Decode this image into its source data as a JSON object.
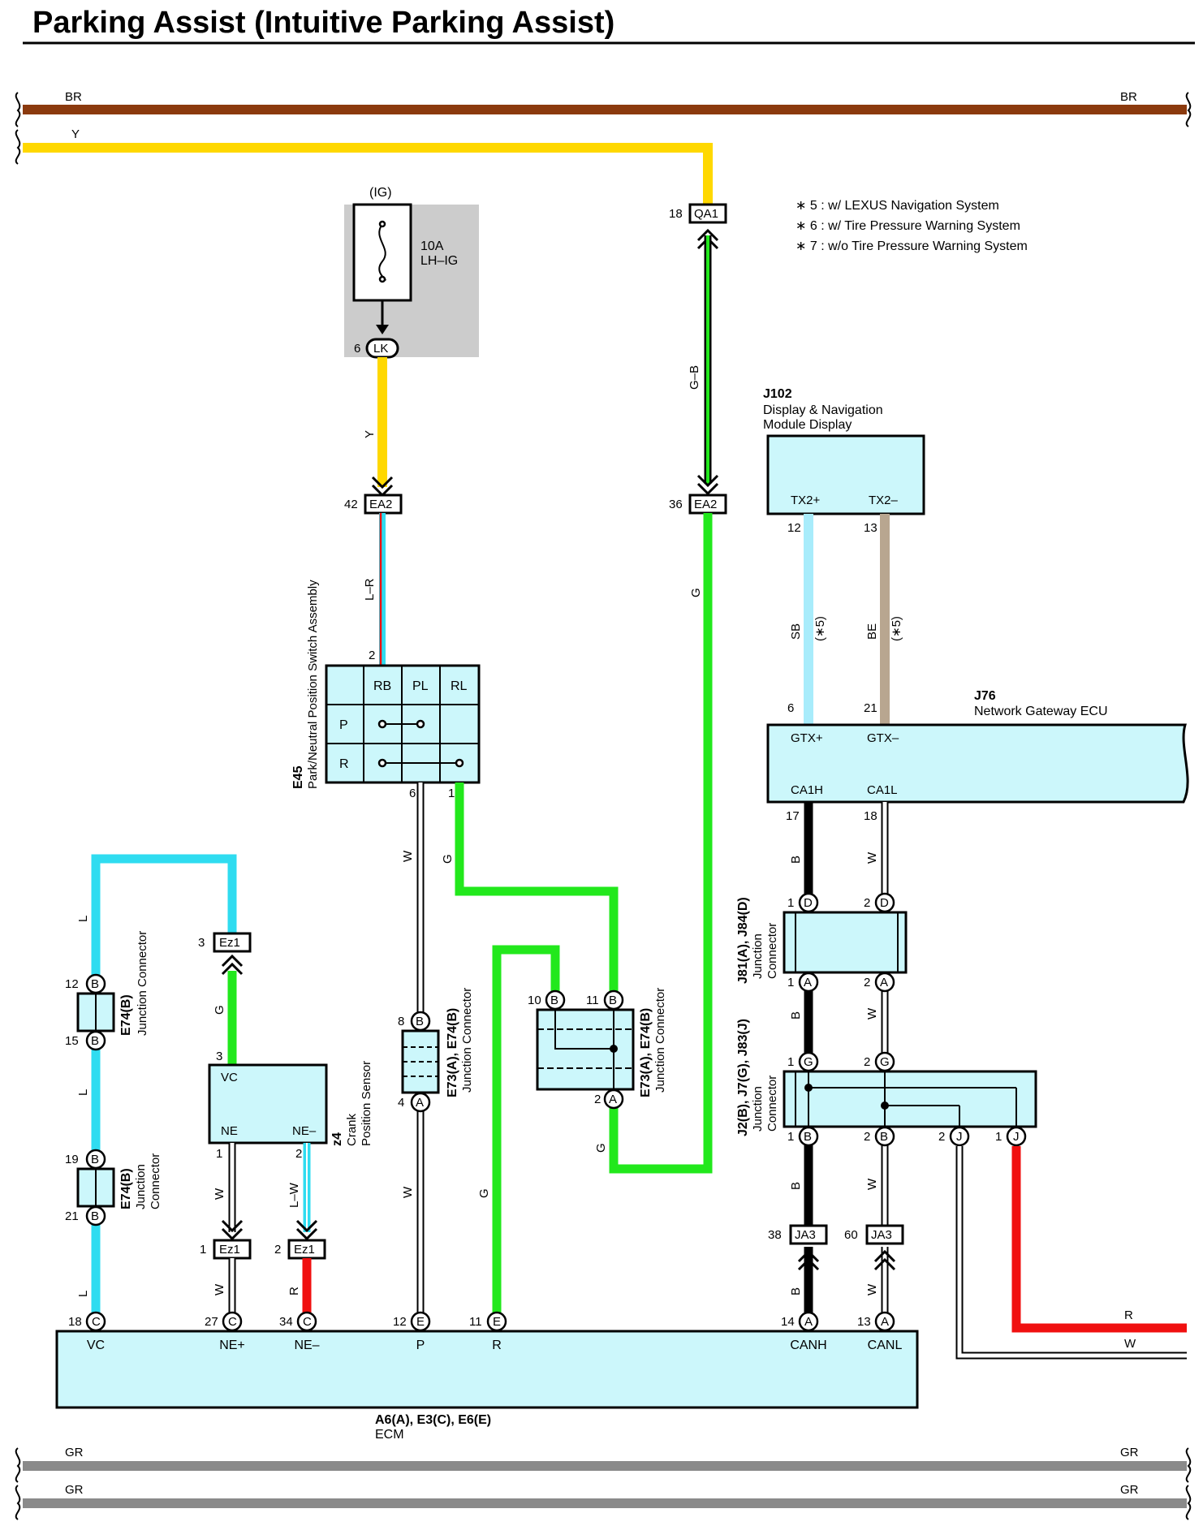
{
  "title": "Parking Assist (Intuitive Parking Assist)",
  "colors": {
    "BR": "#8b3a0e",
    "Y": "#ffd800",
    "G": "#22e81c",
    "L": "#2fdcf0",
    "SB": "#a8ecfb",
    "BE": "#b8a690",
    "R": "#f01010",
    "B": "#000000",
    "W": "#ffffff",
    "GR": "#8a8a8a",
    "box": "#ccf7fb"
  },
  "buses": {
    "br_left": "BR",
    "br_right": "BR",
    "y": "Y",
    "gr1_left": "GR",
    "gr1_right": "GR",
    "gr2_left": "GR",
    "gr2_right": "GR"
  },
  "fuse": {
    "ig": "(IG)",
    "rating": "10A",
    "name": "LH–IG",
    "pin": "6",
    "conn": "LK"
  },
  "notes": [
    "∗ 5 : w/ LEXUS Navigation System",
    "∗ 6 : w/ Tire Pressure Warning System",
    "∗ 7 : w/o Tire Pressure Warning System"
  ],
  "connectors": {
    "qa1": {
      "id": "QA1",
      "pin": "18"
    },
    "ea2_left": {
      "id": "EA2",
      "pin": "42"
    },
    "ea2_right": {
      "id": "EA2",
      "pin": "36"
    },
    "ez1_top": {
      "id": "Ez1",
      "pin": "3"
    },
    "ez1_b1": {
      "id": "Ez1",
      "pin": "1"
    },
    "ez1_b2": {
      "id": "Ez1",
      "pin": "2"
    },
    "ja3_left": {
      "id": "JA3",
      "pin": "38"
    },
    "ja3_right": {
      "id": "JA3",
      "pin": "60"
    }
  },
  "wire_labels": {
    "gb": "G–B",
    "y_fuse": "Y",
    "lr": "L–R",
    "g_right": "G",
    "sb": "SB",
    "sb_note": "(∗5)",
    "be": "BE",
    "be_note": "(∗5)",
    "w_e45": "W",
    "g_e45": "G",
    "l1": "L",
    "l2": "L",
    "l3": "L",
    "g_z4": "G",
    "w_z4": "W",
    "lw": "L–W",
    "w_ez1": "W",
    "r_ez1": "R",
    "w_p": "W",
    "g_r": "G",
    "g_e73b": "G",
    "b1": "B",
    "w1": "W",
    "b2": "B",
    "w2": "W",
    "b3": "B",
    "w3": "W",
    "b4": "B",
    "w4": "W",
    "r_right": "R",
    "w_right": "W"
  },
  "j102": {
    "code": "J102",
    "name1": "Display & Navigation",
    "name2": "Module Display",
    "pin_tx_plus": "TX2+",
    "pin_tx_minus": "TX2–",
    "num_tx_plus": "12",
    "num_tx_minus": "13"
  },
  "j76": {
    "code": "J76",
    "name": "Network Gateway ECU",
    "gtx_plus": "GTX+",
    "gtx_minus": "GTX–",
    "ca1h": "CA1H",
    "ca1l": "CA1L",
    "n6": "6",
    "n21": "21",
    "n17": "17",
    "n18": "18"
  },
  "e45": {
    "code": "E45",
    "name": "Park/Neutral Position Switch Assembly",
    "h_rb": "RB",
    "h_pl": "PL",
    "h_rl": "RL",
    "r_p": "P",
    "r_r": "R",
    "pin2": "2",
    "pin6": "6",
    "pin1": "1"
  },
  "jc_e74_1": {
    "code": "E74(B)",
    "name": "Junction Connector",
    "p_top": "12",
    "p_bot": "15",
    "l_top": "B",
    "l_bot": "B"
  },
  "jc_e74_2": {
    "code": "E74(B)",
    "name1": "Junction",
    "name2": "Connector",
    "p_top": "19",
    "p_bot": "21",
    "l_top": "B",
    "l_bot": "B"
  },
  "z4": {
    "code": "z4",
    "name1": "Crank",
    "name2": "Position Sensor",
    "vc": "VC",
    "ne": "NE",
    "ne_minus": "NE–",
    "p3": "3",
    "p1": "1",
    "p2": "2"
  },
  "jc_e73_1": {
    "code": "E73(A), E74(B)",
    "name": "Junction Connector",
    "p_top": "8",
    "p_bot": "4",
    "l_top": "B",
    "l_bot": "A"
  },
  "jc_e73_2": {
    "code": "E73(A), E74(B)",
    "name": "Junction Connector",
    "p10": "10",
    "p11": "11",
    "p2": "2",
    "l10": "B",
    "l11": "B",
    "l2": "A"
  },
  "jc_j81": {
    "code": "J81(A), J84(D)",
    "name1": "Junction",
    "name2": "Connector",
    "p1t": "1",
    "p2t": "2",
    "p1b": "1",
    "p2b": "2",
    "lt1": "D",
    "lt2": "D",
    "lb1": "A",
    "lb2": "A"
  },
  "jc_j2": {
    "code": "J2(B), J7(G), J83(J)",
    "name1": "Junction",
    "name2": "Connector",
    "p1t": "1",
    "p2t": "2",
    "p1b": "1",
    "p2b": "2",
    "p2j": "2",
    "p1j": "1",
    "lt1": "G",
    "lt2": "G",
    "lb1": "B",
    "lb2": "B",
    "lj1": "J",
    "lj2": "J"
  },
  "ecm": {
    "code": "A6(A), E3(C), E6(E)",
    "name": "ECM",
    "pins": [
      {
        "num": "18",
        "conn": "C",
        "label": "VC"
      },
      {
        "num": "27",
        "conn": "C",
        "label": "NE+"
      },
      {
        "num": "34",
        "conn": "C",
        "label": "NE–"
      },
      {
        "num": "12",
        "conn": "E",
        "label": "P"
      },
      {
        "num": "11",
        "conn": "E",
        "label": "R"
      },
      {
        "num": "14",
        "conn": "A",
        "label": "CANH"
      },
      {
        "num": "13",
        "conn": "A",
        "label": "CANL"
      }
    ]
  }
}
